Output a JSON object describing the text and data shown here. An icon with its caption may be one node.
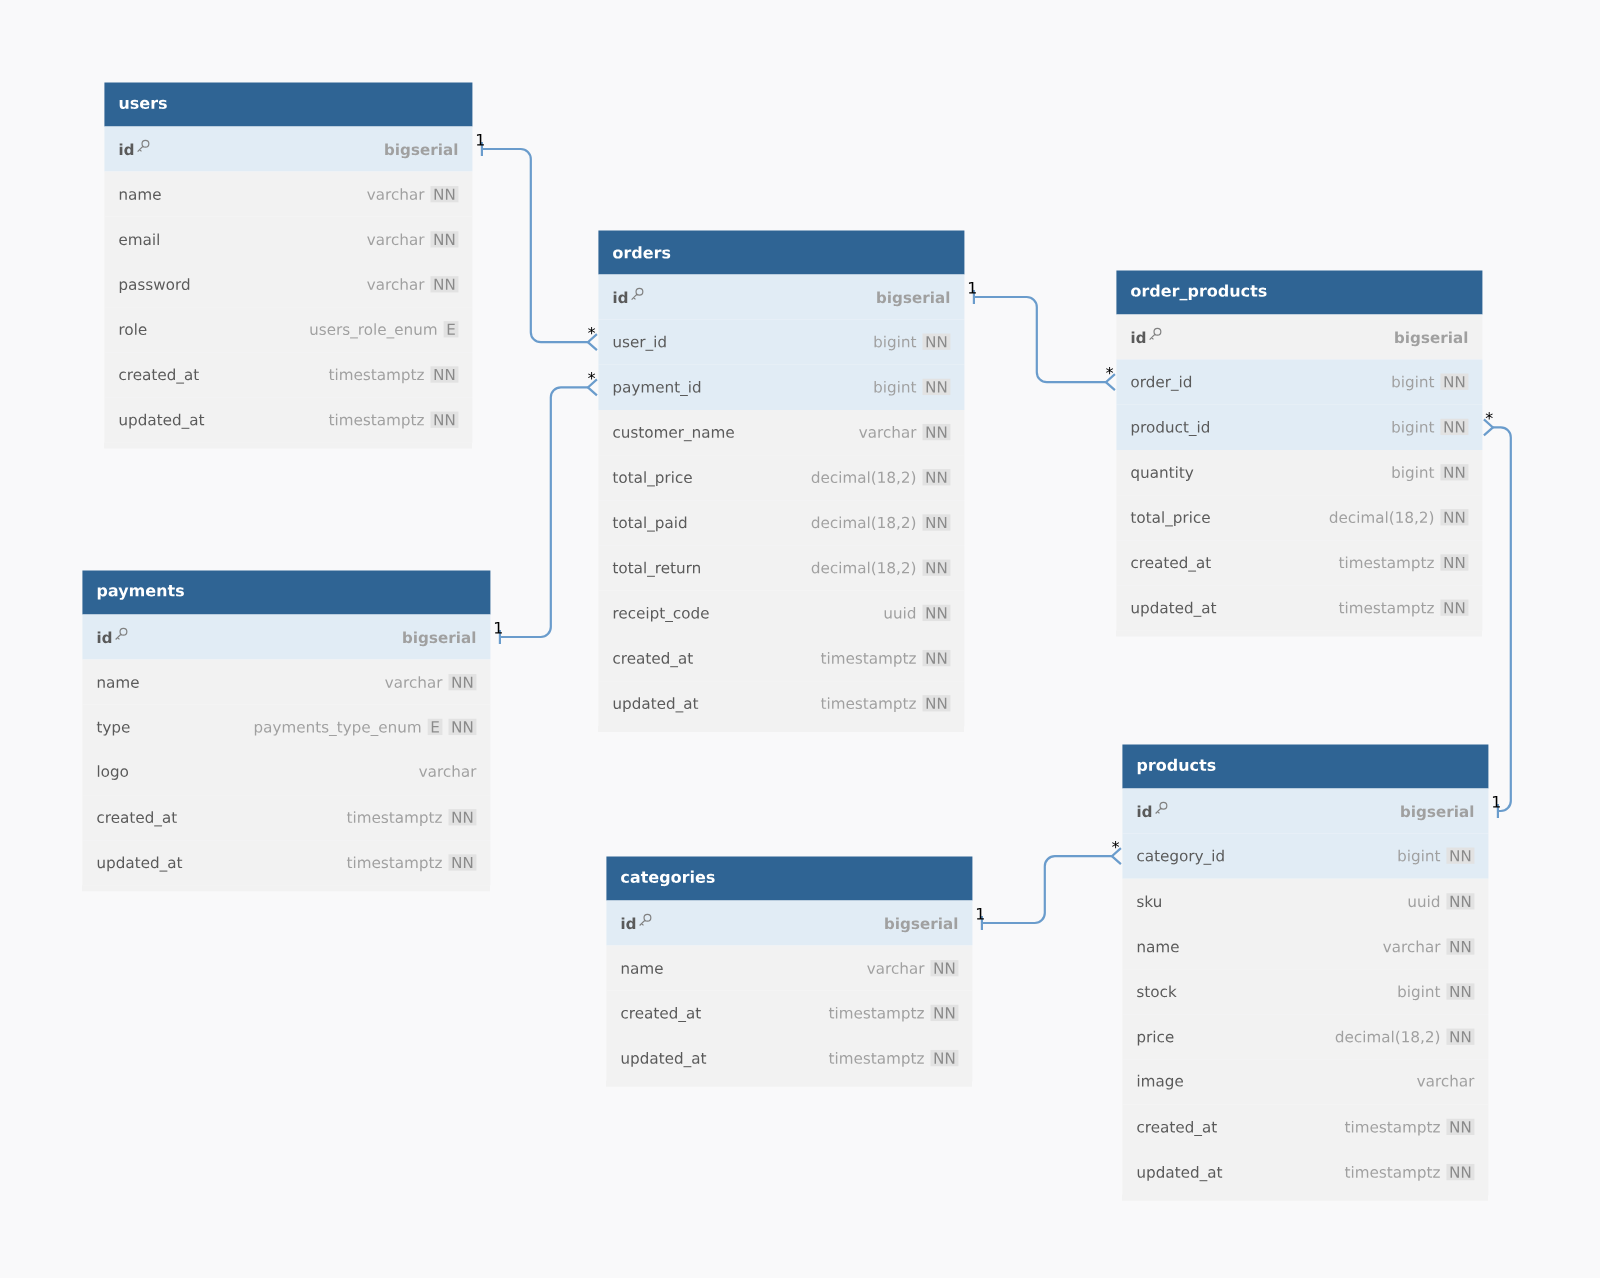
{
  "diagram": {
    "nodes": [
      {
        "text": [
          "users"
        ]
      },
      {
        "text": [
          "id",
          "bigserial"
        ],
        "in": 0,
        "beside": [
          "1"
        ]
      },
      {
        "text": [
          "name",
          "varchar",
          "NN"
        ],
        "in": 0
      },
      {
        "text": [
          "email",
          "varchar",
          "NN"
        ],
        "in": 0
      },
      {
        "text": [
          "password",
          "varchar",
          "NN"
        ],
        "in": 0
      },
      {
        "text": [
          "role",
          "users_role_enum",
          "E"
        ],
        "in": 0
      },
      {
        "text": [
          "created_at",
          "timestamptz",
          "NN"
        ],
        "in": 0
      },
      {
        "text": [
          "updated_at",
          "timestamptz",
          "NN"
        ],
        "in": 0
      },
      {
        "text": [
          "orders"
        ]
      },
      {
        "text": [
          "id",
          "bigserial"
        ],
        "in": 8,
        "beside": [
          "1"
        ]
      },
      {
        "text": [
          "user_id",
          "bigint",
          "NN"
        ],
        "in": 8,
        "beside": [
          "*"
        ]
      },
      {
        "text": [
          "payment_id",
          "bigint",
          "NN"
        ],
        "in": 8,
        "beside": [
          "*"
        ]
      },
      {
        "text": [
          "customer_name",
          "varchar",
          "NN"
        ],
        "in": 8
      },
      {
        "text": [
          "total_price",
          "decimal(18,2)",
          "NN"
        ],
        "in": 8
      },
      {
        "text": [
          "total_paid",
          "decimal(18,2)",
          "NN"
        ],
        "in": 8
      },
      {
        "text": [
          "total_return",
          "decimal(18,2)",
          "NN"
        ],
        "in": 8
      },
      {
        "text": [
          "receipt_code",
          "uuid",
          "NN"
        ],
        "in": 8
      },
      {
        "text": [
          "created_at",
          "timestamptz",
          "NN"
        ],
        "in": 8
      },
      {
        "text": [
          "updated_at",
          "timestamptz",
          "NN"
        ],
        "in": 8
      },
      {
        "text": [
          "order_products"
        ]
      },
      {
        "text": [
          "id",
          "bigserial"
        ],
        "in": 19
      },
      {
        "text": [
          "order_id",
          "bigint",
          "NN"
        ],
        "in": 19,
        "beside": [
          "*"
        ]
      },
      {
        "text": [
          "product_id",
          "bigint",
          "NN"
        ],
        "in": 19,
        "beside": [
          "*"
        ]
      },
      {
        "text": [
          "quantity",
          "bigint",
          "NN"
        ],
        "in": 19
      },
      {
        "text": [
          "total_price",
          "decimal(18,2)",
          "NN"
        ],
        "in": 19
      },
      {
        "text": [
          "created_at",
          "timestamptz",
          "NN"
        ],
        "in": 19
      },
      {
        "text": [
          "updated_at",
          "timestamptz",
          "NN"
        ],
        "in": 19
      },
      {
        "text": [
          "payments"
        ]
      },
      {
        "text": [
          "id",
          "bigserial"
        ],
        "in": 27,
        "beside": [
          "1"
        ]
      },
      {
        "text": [
          "name",
          "varchar",
          "NN"
        ],
        "in": 27
      },
      {
        "text": [
          "type",
          "payments_type_enum",
          "E",
          "NN"
        ],
        "in": 27
      },
      {
        "text": [
          "logo",
          "varchar"
        ],
        "in": 27
      },
      {
        "text": [
          "created_at",
          "timestamptz",
          "NN"
        ],
        "in": 27
      },
      {
        "text": [
          "updated_at",
          "timestamptz",
          "NN"
        ],
        "in": 27
      },
      {
        "text": [
          "categories"
        ]
      },
      {
        "text": [
          "id",
          "bigserial"
        ],
        "in": 34,
        "beside": [
          "1"
        ]
      },
      {
        "text": [
          "name",
          "varchar",
          "NN"
        ],
        "in": 34
      },
      {
        "text": [
          "created_at",
          "timestamptz",
          "NN"
        ],
        "in": 34
      },
      {
        "text": [
          "updated_at",
          "timestamptz",
          "NN"
        ],
        "in": 34
      },
      {
        "text": [
          "products"
        ]
      },
      {
        "text": [
          "id",
          "bigserial"
        ],
        "in": 39,
        "beside": [
          "1"
        ]
      },
      {
        "text": [
          "category_id",
          "bigint",
          "NN"
        ],
        "in": 39,
        "beside": [
          "*"
        ]
      },
      {
        "text": [
          "sku",
          "uuid",
          "NN"
        ],
        "in": 39
      },
      {
        "text": [
          "name",
          "varchar",
          "NN"
        ],
        "in": 39
      },
      {
        "text": [
          "stock",
          "bigint",
          "NN"
        ],
        "in": 39
      },
      {
        "text": [
          "price",
          "decimal(18,2)",
          "NN"
        ],
        "in": 39
      },
      {
        "text": [
          "image",
          "varchar"
        ],
        "in": 39
      },
      {
        "text": [
          "created_at",
          "timestamptz",
          "NN"
        ],
        "in": 39
      },
      {
        "text": [
          "updated_at",
          "timestamptz",
          "NN"
        ],
        "in": 39
      }
    ],
    "edges": [
      {
        "from": 1,
        "to": 10,
        "arrow": "other"
      },
      {
        "from": 28,
        "to": 11,
        "arrow": "other"
      },
      {
        "from": 9,
        "to": 21,
        "arrow": "other"
      },
      {
        "from": 40,
        "to": 22,
        "arrow": "other"
      },
      {
        "from": 35,
        "to": 41,
        "arrow": "other"
      }
    ]
  }
}
